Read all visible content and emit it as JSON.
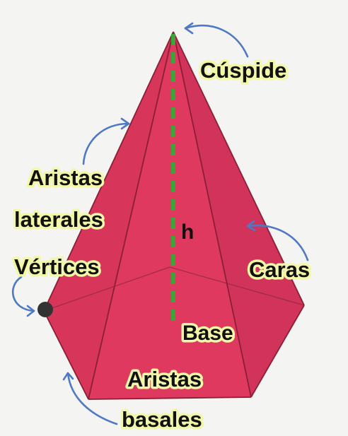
{
  "labels": {
    "apex": "Cúspide",
    "lateral_edges_line1": "Aristas",
    "lateral_edges_line2": "laterales",
    "vertices": "Vértices",
    "height": "h",
    "faces": "Caras",
    "base": "Base",
    "basal_edges_line1": "Aristas",
    "basal_edges_line2": "basales"
  },
  "colors": {
    "face_left": "#d7365a",
    "face_front": "#e0395f",
    "face_right": "#d2335a",
    "edge": "#8a1f36",
    "height_line": "#3aa63a",
    "arrow": "#4f79c4",
    "vertex_dot": "#333333",
    "label_glow": "#f3f7a8"
  }
}
